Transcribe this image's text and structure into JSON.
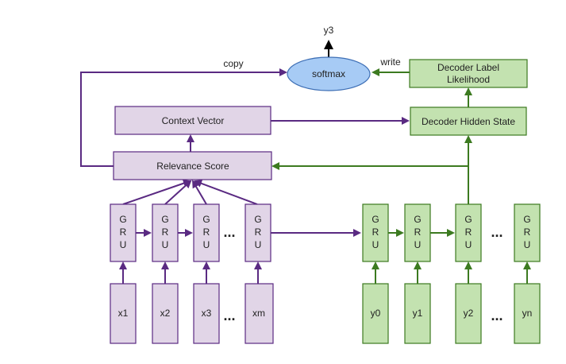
{
  "colors": {
    "enc_fill": "#e1d5e7",
    "enc_stroke": "#5a2a82",
    "dec_fill": "#c3e2b0",
    "dec_stroke": "#3c7a20",
    "softmax_fill": "#a7cbf5",
    "softmax_stroke": "#3e6fb5",
    "text": "#222222"
  },
  "output": {
    "label": "y3"
  },
  "softmax": {
    "label": "softmax"
  },
  "edges": {
    "copy_label": "copy",
    "write_label": "write"
  },
  "encoder": {
    "context_vector": "Context Vector",
    "relevance_score": "Relevance Score",
    "gru_letters": [
      "G",
      "R",
      "U"
    ],
    "inputs": [
      "x1",
      "x2",
      "x3",
      "xm"
    ],
    "ellipsis": "..."
  },
  "decoder": {
    "label_likelihood": [
      "Decoder Label",
      "Likelihood"
    ],
    "hidden_state": "Decoder Hidden State",
    "gru_letters": [
      "G",
      "R",
      "U"
    ],
    "inputs": [
      "y0",
      "y1",
      "y2",
      "yn"
    ],
    "ellipsis": "..."
  }
}
